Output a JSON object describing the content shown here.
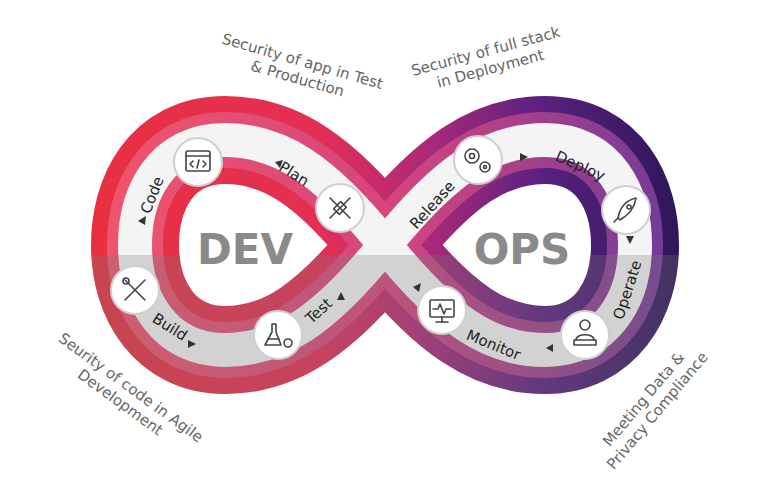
{
  "diagram": {
    "labels": [
      "Security of app in Test & Production",
      "Security of full stack in Deployment",
      "Code",
      "Plan",
      "Release",
      "Deploy",
      "DEV",
      "OPS",
      "Build",
      "Test",
      "Monitor",
      "Operate",
      "Seurity of code in Agile Development",
      "Meeting Data & Privacy Compliance"
    ]
  }
}
